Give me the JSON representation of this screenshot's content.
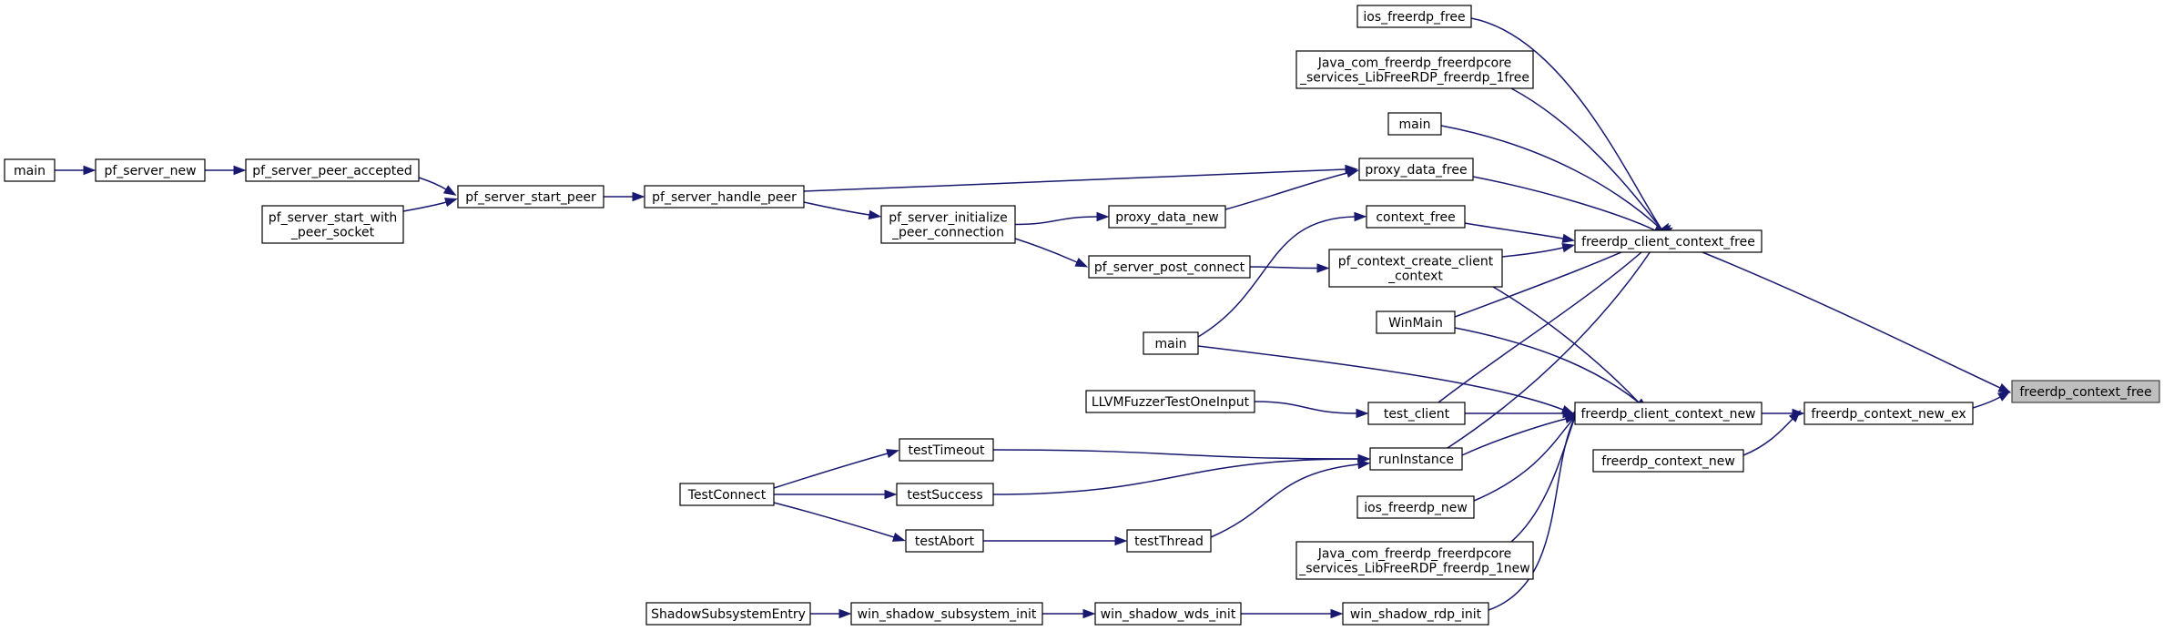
{
  "graph": {
    "root": "freerdp_context_free",
    "nodes": [
      {
        "id": "main_a",
        "label": [
          "main"
        ]
      },
      {
        "id": "pf_server_new",
        "label": [
          "pf_server_new"
        ]
      },
      {
        "id": "pf_server_peer_accepted",
        "label": [
          "pf_server_peer_accepted"
        ]
      },
      {
        "id": "pf_server_start_with_peer_socket",
        "label": [
          "pf_server_start_with",
          "_peer_socket"
        ]
      },
      {
        "id": "pf_server_start_peer",
        "label": [
          "pf_server_start_peer"
        ]
      },
      {
        "id": "pf_server_handle_peer",
        "label": [
          "pf_server_handle_peer"
        ]
      },
      {
        "id": "pf_server_initialize_peer_connection",
        "label": [
          "pf_server_initialize",
          "_peer_connection"
        ]
      },
      {
        "id": "proxy_data_new",
        "label": [
          "proxy_data_new"
        ]
      },
      {
        "id": "pf_server_post_connect",
        "label": [
          "pf_server_post_connect"
        ]
      },
      {
        "id": "main_b",
        "label": [
          "main"
        ]
      },
      {
        "id": "LLVMFuzzerTestOneInput",
        "label": [
          "LLVMFuzzerTestOneInput"
        ]
      },
      {
        "id": "TestConnect",
        "label": [
          "TestConnect"
        ]
      },
      {
        "id": "testTimeout",
        "label": [
          "testTimeout"
        ]
      },
      {
        "id": "testSuccess",
        "label": [
          "testSuccess"
        ]
      },
      {
        "id": "testAbort",
        "label": [
          "testAbort"
        ]
      },
      {
        "id": "testThread",
        "label": [
          "testThread"
        ]
      },
      {
        "id": "ShadowSubsystemEntry",
        "label": [
          "ShadowSubsystemEntry"
        ]
      },
      {
        "id": "win_shadow_subsystem_init",
        "label": [
          "win_shadow_subsystem_init"
        ]
      },
      {
        "id": "win_shadow_wds_init",
        "label": [
          "win_shadow_wds_init"
        ]
      },
      {
        "id": "ios_freerdp_free",
        "label": [
          "ios_freerdp_free"
        ]
      },
      {
        "id": "java_free",
        "label": [
          "Java_com_freerdp_freerdpcore",
          "_services_LibFreeRDP_freerdp_1free"
        ]
      },
      {
        "id": "main_c",
        "label": [
          "main"
        ]
      },
      {
        "id": "proxy_data_free",
        "label": [
          "proxy_data_free"
        ]
      },
      {
        "id": "context_free",
        "label": [
          "context_free"
        ]
      },
      {
        "id": "pf_context_create_client_context",
        "label": [
          "pf_context_create_client",
          "_context"
        ]
      },
      {
        "id": "WinMain",
        "label": [
          "WinMain"
        ]
      },
      {
        "id": "test_client",
        "label": [
          "test_client"
        ]
      },
      {
        "id": "runInstance",
        "label": [
          "runInstance"
        ]
      },
      {
        "id": "ios_freerdp_new",
        "label": [
          "ios_freerdp_new"
        ]
      },
      {
        "id": "java_new",
        "label": [
          "Java_com_freerdp_freerdpcore",
          "_services_LibFreeRDP_freerdp_1new"
        ]
      },
      {
        "id": "win_shadow_rdp_init",
        "label": [
          "win_shadow_rdp_init"
        ]
      },
      {
        "id": "freerdp_client_context_free",
        "label": [
          "freerdp_client_context_free"
        ]
      },
      {
        "id": "freerdp_client_context_new",
        "label": [
          "freerdp_client_context_new"
        ]
      },
      {
        "id": "freerdp_context_new",
        "label": [
          "freerdp_context_new"
        ]
      },
      {
        "id": "freerdp_context_new_ex",
        "label": [
          "freerdp_context_new_ex"
        ]
      },
      {
        "id": "freerdp_context_free",
        "label": [
          "freerdp_context_free"
        ]
      }
    ],
    "edges": [
      {
        "from": "main_a",
        "to": "pf_server_new"
      },
      {
        "from": "pf_server_new",
        "to": "pf_server_peer_accepted"
      },
      {
        "from": "pf_server_peer_accepted",
        "to": "pf_server_start_peer"
      },
      {
        "from": "pf_server_start_with_peer_socket",
        "to": "pf_server_start_peer"
      },
      {
        "from": "pf_server_start_peer",
        "to": "pf_server_handle_peer"
      },
      {
        "from": "pf_server_handle_peer",
        "to": "pf_server_initialize_peer_connection"
      },
      {
        "from": "pf_server_handle_peer",
        "to": "proxy_data_free"
      },
      {
        "from": "pf_server_initialize_peer_connection",
        "to": "proxy_data_new"
      },
      {
        "from": "pf_server_initialize_peer_connection",
        "to": "pf_server_post_connect"
      },
      {
        "from": "proxy_data_new",
        "to": "proxy_data_free"
      },
      {
        "from": "pf_server_post_connect",
        "to": "pf_context_create_client_context"
      },
      {
        "from": "main_b",
        "to": "context_free"
      },
      {
        "from": "main_b",
        "to": "freerdp_client_context_new"
      },
      {
        "from": "LLVMFuzzerTestOneInput",
        "to": "test_client"
      },
      {
        "from": "TestConnect",
        "to": "testTimeout"
      },
      {
        "from": "TestConnect",
        "to": "testSuccess"
      },
      {
        "from": "TestConnect",
        "to": "testAbort"
      },
      {
        "from": "testTimeout",
        "to": "runInstance"
      },
      {
        "from": "testSuccess",
        "to": "runInstance"
      },
      {
        "from": "testAbort",
        "to": "testThread"
      },
      {
        "from": "testThread",
        "to": "runInstance"
      },
      {
        "from": "ShadowSubsystemEntry",
        "to": "win_shadow_subsystem_init"
      },
      {
        "from": "win_shadow_subsystem_init",
        "to": "win_shadow_wds_init"
      },
      {
        "from": "win_shadow_wds_init",
        "to": "win_shadow_rdp_init"
      },
      {
        "from": "ios_freerdp_free",
        "to": "freerdp_client_context_free"
      },
      {
        "from": "java_free",
        "to": "freerdp_client_context_free"
      },
      {
        "from": "main_c",
        "to": "freerdp_client_context_free"
      },
      {
        "from": "proxy_data_free",
        "to": "freerdp_client_context_free"
      },
      {
        "from": "context_free",
        "to": "freerdp_client_context_free"
      },
      {
        "from": "pf_context_create_client_context",
        "to": "freerdp_client_context_free"
      },
      {
        "from": "pf_context_create_client_context",
        "to": "freerdp_client_context_new"
      },
      {
        "from": "WinMain",
        "to": "freerdp_client_context_free"
      },
      {
        "from": "WinMain",
        "to": "freerdp_client_context_new"
      },
      {
        "from": "test_client",
        "to": "freerdp_client_context_free"
      },
      {
        "from": "test_client",
        "to": "freerdp_client_context_new"
      },
      {
        "from": "runInstance",
        "to": "freerdp_client_context_free"
      },
      {
        "from": "runInstance",
        "to": "freerdp_client_context_new"
      },
      {
        "from": "ios_freerdp_new",
        "to": "freerdp_client_context_new"
      },
      {
        "from": "java_new",
        "to": "freerdp_client_context_new"
      },
      {
        "from": "win_shadow_rdp_init",
        "to": "freerdp_client_context_new"
      },
      {
        "from": "freerdp_client_context_free",
        "to": "freerdp_context_free"
      },
      {
        "from": "freerdp_client_context_new",
        "to": "freerdp_context_new_ex"
      },
      {
        "from": "freerdp_context_new",
        "to": "freerdp_context_new_ex"
      },
      {
        "from": "freerdp_context_new_ex",
        "to": "freerdp_context_free"
      }
    ]
  }
}
